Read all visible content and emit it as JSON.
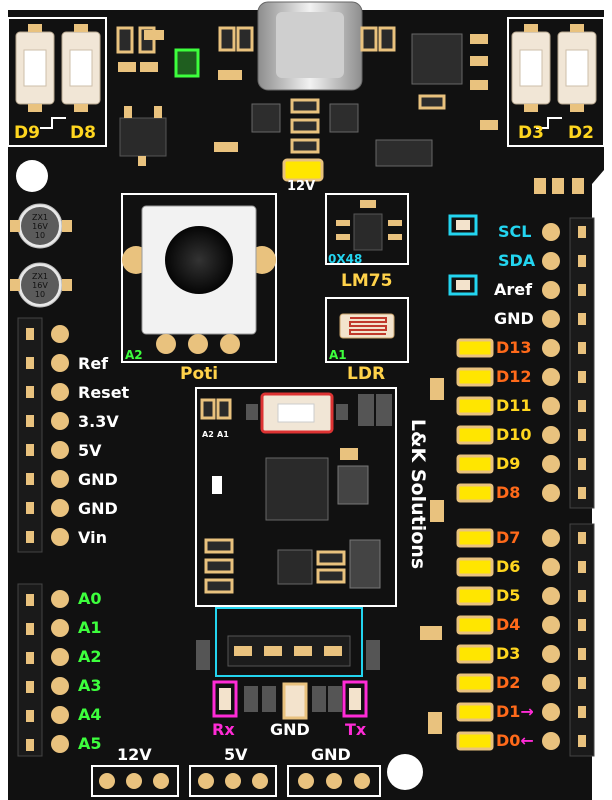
{
  "colors": {
    "board": "#111111",
    "pad": "#e9c27e",
    "led": "#ffe600",
    "white": "#ffffff",
    "green": "#3dff3d",
    "orange": "#ff6a1a",
    "cyan": "#23d5f0",
    "magenta": "#ff2bd6",
    "yellow": "#ffd61f",
    "label_gold": "#ffd24a"
  },
  "buttons": {
    "left_a": "D9",
    "left_b": "D8",
    "right_a": "D3",
    "right_b": "D2"
  },
  "power_led": "12V",
  "poti": {
    "label": "Poti",
    "tag": "A2"
  },
  "lm75": {
    "label": "LM75",
    "addr": "0X48"
  },
  "ldr": {
    "label": "LDR",
    "tag": "A1"
  },
  "mcu": {
    "brand": "L&K Solutions",
    "tag_a2": "A2",
    "tag_a1": "A1"
  },
  "caps": {
    "cap1": {
      "a": "10",
      "b": "16V",
      "c": "ZX1"
    },
    "cap2": {
      "a": "10",
      "b": "16V",
      "c": "ZX1"
    }
  },
  "power_header": [
    "Ref",
    "Reset",
    "3.3V",
    "5V",
    "GND",
    "GND",
    "Vin"
  ],
  "analog_header": [
    "A0",
    "A1",
    "A2",
    "A3",
    "A4",
    "A5"
  ],
  "right_top": [
    "SCL",
    "SDA",
    "Aref",
    "GND"
  ],
  "right_leds_a": [
    "D13",
    "D12",
    "D11",
    "D10",
    "D9",
    "D8"
  ],
  "right_leds_b": [
    "D7",
    "D6",
    "D5",
    "D4",
    "D3",
    "D2",
    "D1",
    "D0"
  ],
  "arrows": {
    "d1": "→",
    "d0": "←"
  },
  "uart": {
    "rx": "Rx",
    "gnd": "GND",
    "tx": "Tx"
  },
  "bottom": {
    "a": "12V",
    "b": "5V",
    "c": "GND"
  }
}
